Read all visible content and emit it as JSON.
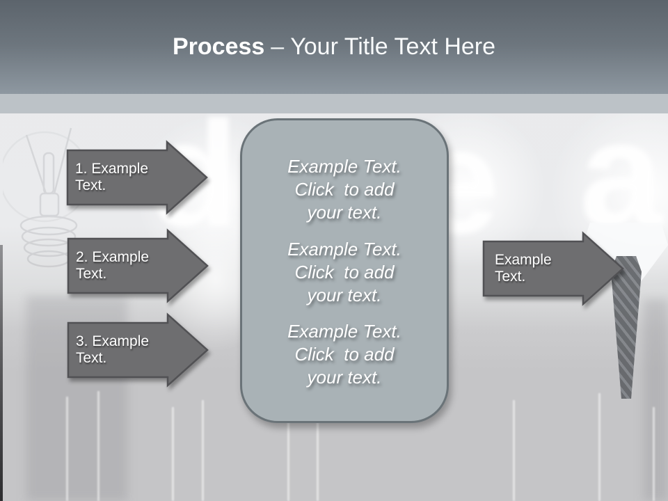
{
  "header": {
    "title_bold": "Process",
    "title_separator": "–",
    "title_rest": "Your Title Text Here"
  },
  "process_arrows": [
    {
      "label": "1. Example Text."
    },
    {
      "label": "2. Example Text."
    },
    {
      "label": "3. Example Text."
    }
  ],
  "center_box": {
    "blocks": [
      {
        "lines": [
          "Example Text.",
          "Click  to add",
          "your text."
        ]
      },
      {
        "lines": [
          "Example Text.",
          "Click  to add",
          "your text."
        ]
      },
      {
        "lines": [
          "Example Text.",
          "Click  to add",
          "your text."
        ]
      }
    ]
  },
  "result_arrow": {
    "label": "Example Text."
  },
  "background": {
    "glow_letters": [
      "d",
      "e",
      "a"
    ]
  },
  "colors": {
    "header_top": "#5c646c",
    "header_bottom": "#8e98a1",
    "band": "#bcc2c7",
    "arrow_fill": "#6e6e70",
    "arrow_border": "#515154",
    "box_fill": "#a9b2b6",
    "box_border": "#6a7378",
    "text": "#ffffff"
  }
}
